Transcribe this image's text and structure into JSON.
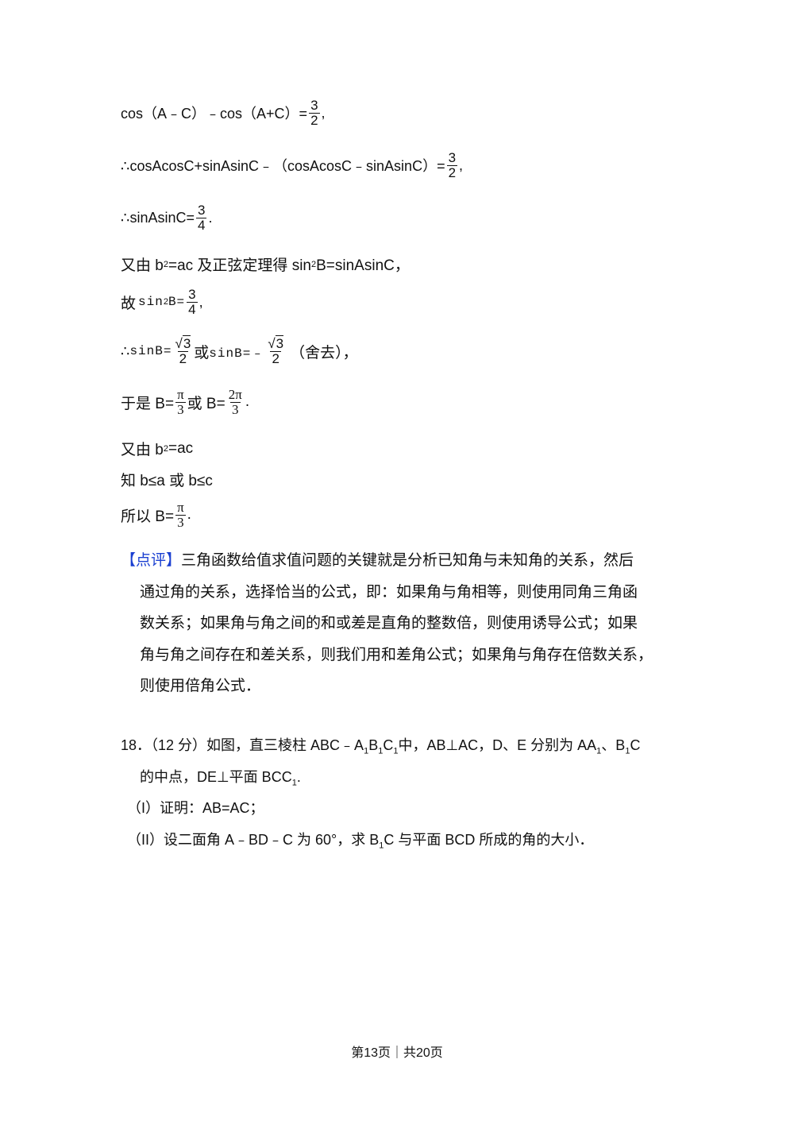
{
  "solution": {
    "l1_text": "cos（A﹣C）﹣cos（A+C）=",
    "l1_num": "3",
    "l1_den": "2",
    "l1_tail": ",",
    "l2_text": "∴cosAcosC+sinAsinC﹣（cosAcosC﹣sinAsinC）=",
    "l2_num": "3",
    "l2_den": "2",
    "l2_tail": ",",
    "l3_text": "∴sinAsinC=",
    "l3_num": "3",
    "l3_den": "4",
    "l3_tail": ".",
    "l4_a": "又由 b",
    "l4_sup1": "2",
    "l4_b": "=ac 及正弦定理得 sin",
    "l4_sup2": "2",
    "l4_c": "B=sinAsinC，",
    "l5_a": "故",
    "l5_b": "sin",
    "l5_sup": "2",
    "l5_c": "B=",
    "l5_num": "3",
    "l5_den": "4",
    "l5_tail": ",",
    "l6_a": "∴",
    "l6_b": "sinB=",
    "l6_num_rad": "√",
    "l6_num_3": "3",
    "l6_den": "2",
    "l6_or": "或",
    "l6_c": "sinB=﹣",
    "l6_num2_rad": "√",
    "l6_num2_3": "3",
    "l6_den2": "2",
    "l6_tail": "（舍去），",
    "l7_a": "于是 B=",
    "l7_num": "π",
    "l7_den": "3",
    "l7_or": "或 B=",
    "l7_num2": "2π",
    "l7_den2": "3",
    "l7_tail": ".",
    "l8_a": "又由 b",
    "l8_sup": "2",
    "l8_b": "=ac",
    "l9": "知 b≤a 或 b≤c",
    "l10_a": "所以 B=",
    "l10_num": "π",
    "l10_den": "3",
    "l10_tail": "."
  },
  "review": {
    "tag": "【点评】",
    "line1": "三角函数给值求值问题的关键就是分析已知角与未知角的关系，然后",
    "line2": "通过角的关系，选择恰当的公式，即：如果角与角相等，则使用同角三角函",
    "line3": "数关系；如果角与角之间的和或差是直角的整数倍，则使用诱导公式；如果",
    "line4": "角与角之间存在和差关系，则我们用和差角公式；如果角与角存在倍数关系，",
    "line5": "则使用倍角公式．"
  },
  "problem": {
    "p1_a": "18．（12 分）如图，直三棱柱 ABC﹣A",
    "p1_s1": "1",
    "p1_b": "B",
    "p1_s2": "1",
    "p1_c": "C",
    "p1_s3": "1",
    "p1_d": "中，AB⊥AC，D、E 分别为 AA",
    "p1_s4": "1",
    "p1_e": "、B",
    "p1_s5": "1",
    "p1_f": "C",
    "p2_a": "的中点，DE⊥平面 BCC",
    "p2_s": "1",
    "p2_b": ".",
    "p3": "（I）证明：AB=AC；",
    "p4_a": "（II）设二面角 A﹣BD﹣C 为 60°，求 B",
    "p4_s": "1",
    "p4_b": "C 与平面 BCD 所成的角的大小．"
  },
  "footer": {
    "text": "第13页｜共20页"
  }
}
